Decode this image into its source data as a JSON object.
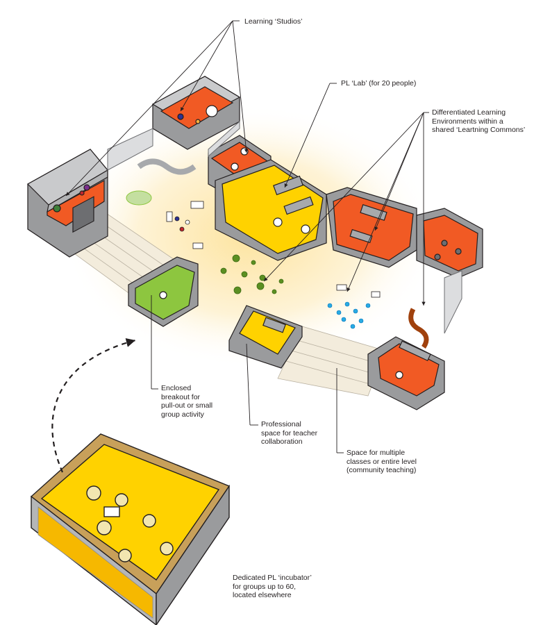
{
  "colors": {
    "wall_grey": "#9a9b9d",
    "wall_light": "#c9cacc",
    "floor_orange": "#f15a24",
    "floor_yellow": "#ffd200",
    "floor_green": "#8dc63f",
    "commons_glow": "#fde9b0",
    "outline": "#231f20"
  },
  "annotations": {
    "studios": "Learning ‘Studios’",
    "pl_lab": "PL ‘Lab’ (for 20 people)",
    "differentiated": "Differentiated Learning\nEnvironments within a\nshared ‘Leartning Commons’",
    "breakout": "Enclosed\nbreakout for\npull-out or small\ngroup activity",
    "professional": "Professional\nspace for teacher\ncollaboration",
    "community": "Space for multiple\nclasses or entire level\n(community teaching)",
    "incubator": "Dedicated PL ‘incubator’\nfor groups up to 60,\nlocated elsewhere"
  }
}
